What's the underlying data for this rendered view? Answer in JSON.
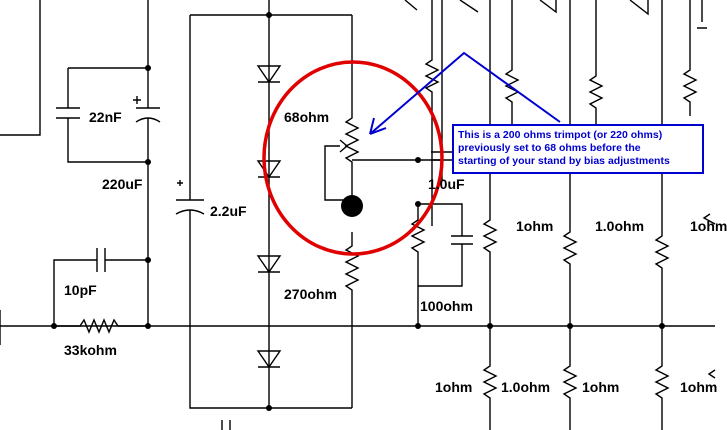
{
  "components": {
    "c22nf": "22nF",
    "c220uf": "220uF",
    "c10pf": "10pF",
    "r33k": "33kohm",
    "c2u2": "2.2uF",
    "r68": "68ohm",
    "r270": "270ohm",
    "c1u0": "1.0uF",
    "r100": "100ohm",
    "r1a": "1ohm",
    "r1b": "1.0ohm",
    "r1c": "1ohm",
    "r1d": "1ohm",
    "r1e": "1.0ohm",
    "r1f": "1ohm",
    "r1g": "1ohm"
  },
  "annotation": {
    "line1": "This is a 200 ohms trimpot (or 220 ohms)",
    "line2": "previously set  to 68 ohms before the",
    "line3": "starting of your stand by bias adjustments"
  },
  "colors": {
    "wire": "#000000",
    "highlight_circle": "#e00000",
    "annotation": "#0000d0"
  }
}
